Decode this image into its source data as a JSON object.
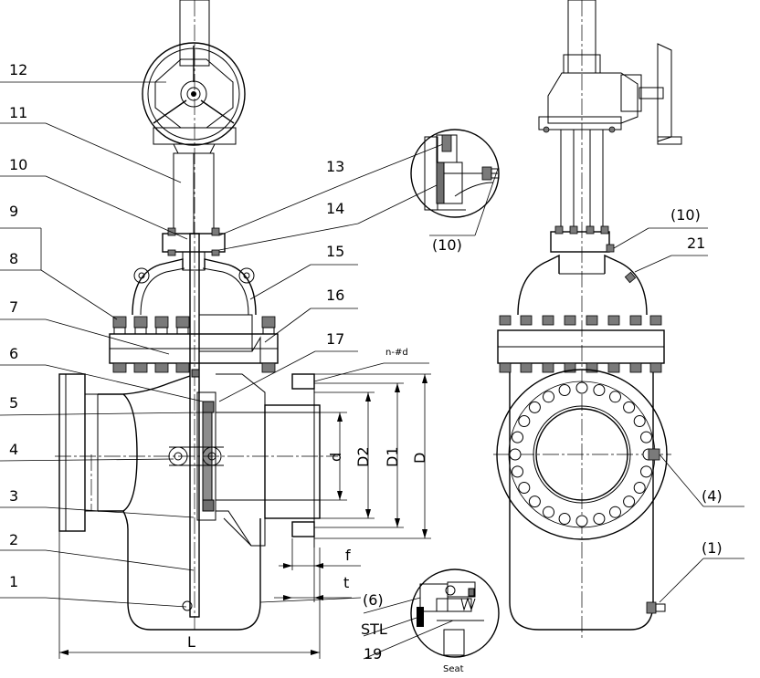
{
  "callouts_left": [
    "12",
    "11",
    "10",
    "9",
    "8",
    "7",
    "6",
    "5",
    "4",
    "3",
    "2",
    "1"
  ],
  "callouts_center": {
    "c13": "13",
    "c14": "14",
    "c15": "15",
    "c16": "16",
    "c17": "17",
    "c10_detail": "(10)",
    "c6_detail": "(6)",
    "stl": "STL",
    "c19": "19",
    "seat": "Seat",
    "bolt_holes": "n-#d"
  },
  "callouts_right": {
    "c10": "(10)",
    "c21": "21",
    "c4": "(4)",
    "c1": "(1)"
  },
  "dimensions": {
    "d": "d",
    "D2": "D2",
    "D1": "D1",
    "D": "D",
    "f": "f",
    "t": "t",
    "L": "L"
  }
}
